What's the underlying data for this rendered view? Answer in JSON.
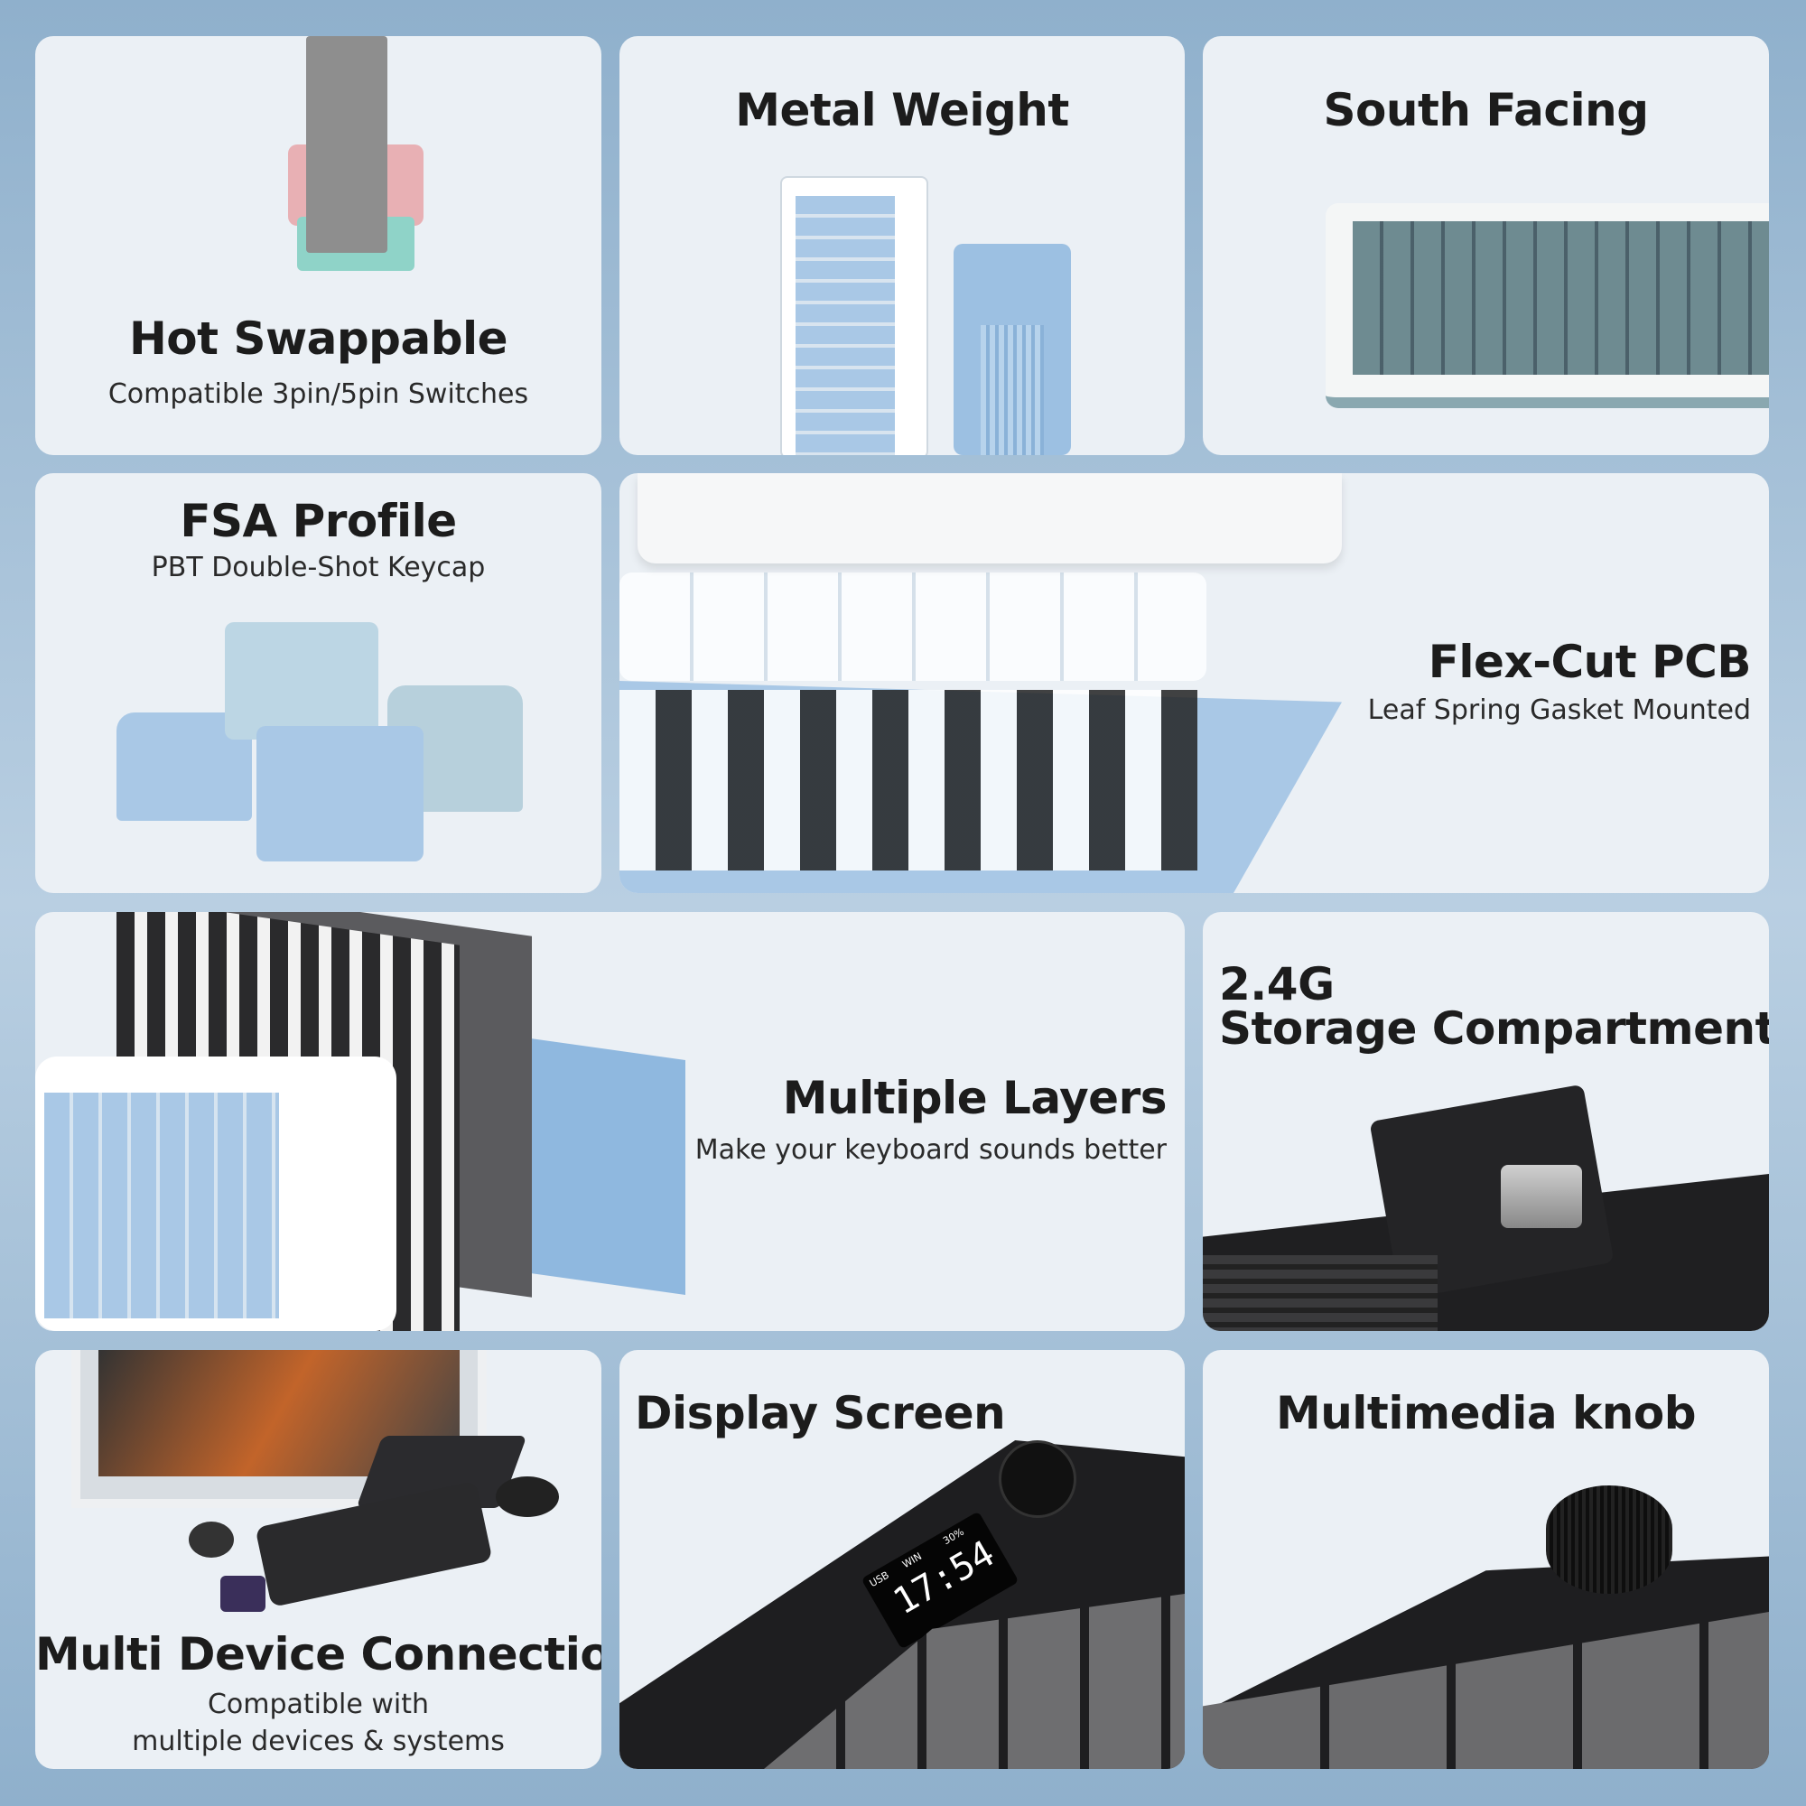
{
  "features": {
    "hot_swappable": {
      "title": "Hot Swappable",
      "subtitle": "Compatible 3pin/5pin Switches"
    },
    "metal_weight": {
      "title": "Metal Weight"
    },
    "south_facing": {
      "title": "South Facing"
    },
    "fsa_profile": {
      "title": "FSA Profile",
      "subtitle": "PBT Double-Shot Keycap"
    },
    "flex_cut_pcb": {
      "title": "Flex-Cut PCB",
      "subtitle": "Leaf Spring Gasket Mounted"
    },
    "multiple_layers": {
      "title": "Multiple Layers",
      "subtitle": "Make your keyboard sounds better"
    },
    "storage": {
      "title_line1": "2.4G",
      "title_line2": "Storage Compartment"
    },
    "multi_device": {
      "title": "Multi Device Connection",
      "subtitle_line1": "Compatible with",
      "subtitle_line2": "multiple devices & systems"
    },
    "display_screen": {
      "title": "Display Screen",
      "screen_time": "17:54",
      "screen_usb": "USB",
      "screen_win": "WIN",
      "screen_battery": "30%"
    },
    "multimedia_knob": {
      "title": "Multimedia knob"
    }
  },
  "colors": {
    "background": "#8fb0cc",
    "card": "#ebf0f5",
    "keycap_blue": "#a9c8e6",
    "dark": "#2a2a2c"
  }
}
